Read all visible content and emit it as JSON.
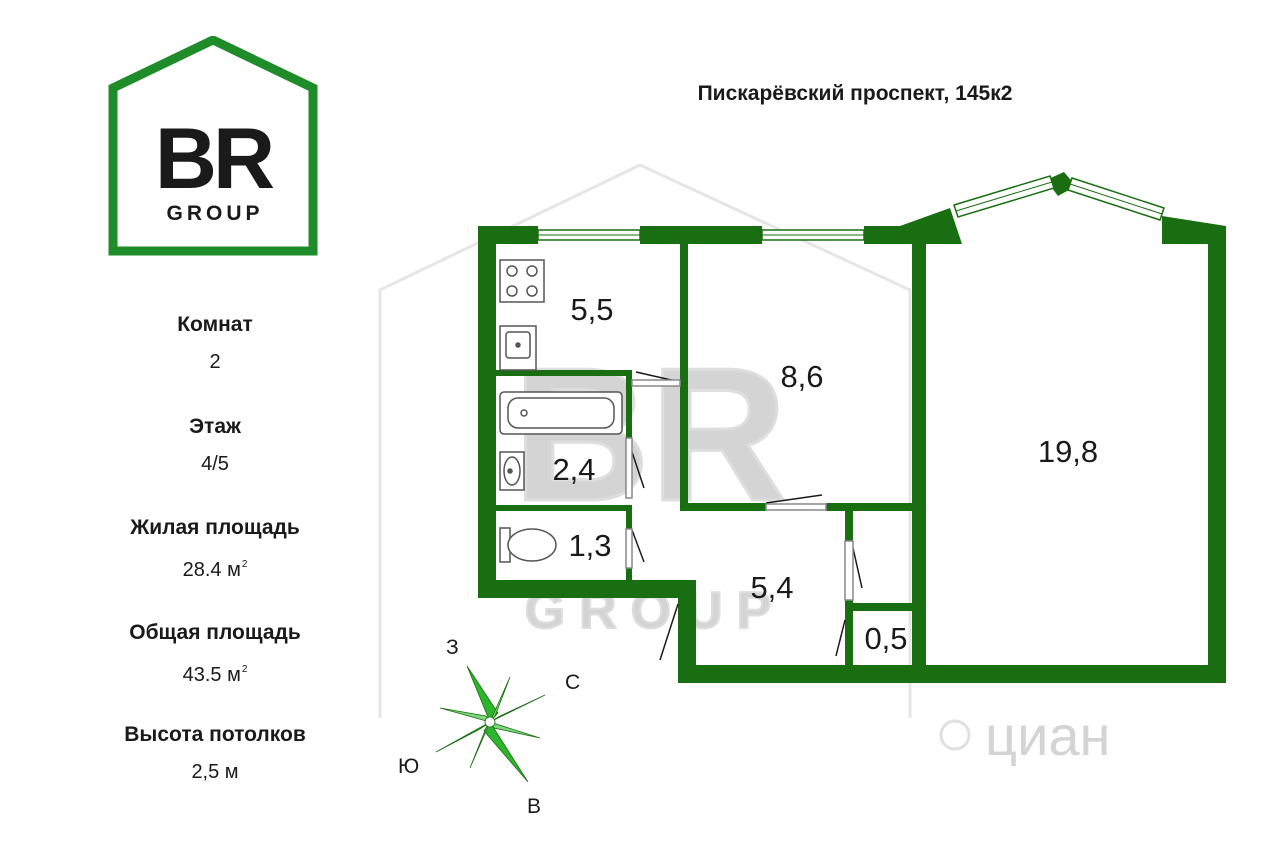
{
  "logo": {
    "monogram": "BR",
    "subtitle": "GROUP",
    "color": "#1f8c2a"
  },
  "address": "Пискарёвский проспект, 145к2",
  "info": [
    {
      "label": "Комнат",
      "value": "2"
    },
    {
      "label": "Этаж",
      "value": "4/5"
    },
    {
      "label": "Жилая площадь",
      "value": "28.4 м",
      "unit_sup": "2"
    },
    {
      "label": "Общая площадь",
      "value": "43.5 м",
      "unit_sup": "2"
    },
    {
      "label": "Высота потолков",
      "value": "2,5 м"
    }
  ],
  "plan": {
    "wall_color": "#1a6e12",
    "rooms": [
      {
        "id": "kitchen",
        "area": "5,5"
      },
      {
        "id": "room-small",
        "area": "8,6"
      },
      {
        "id": "room-large",
        "area": "19,8"
      },
      {
        "id": "bathroom",
        "area": "2,4"
      },
      {
        "id": "toilet",
        "area": "1,3"
      },
      {
        "id": "hallway",
        "area": "5,4"
      },
      {
        "id": "closet",
        "area": "0,5"
      }
    ]
  },
  "compass": {
    "color": "#2db52d",
    "labels": {
      "west": "З",
      "north": "С",
      "south": "Ю",
      "east": "В"
    }
  },
  "watermark": {
    "center_monogram": "BR",
    "center_subtitle": "GROUP",
    "cian": "циан"
  }
}
